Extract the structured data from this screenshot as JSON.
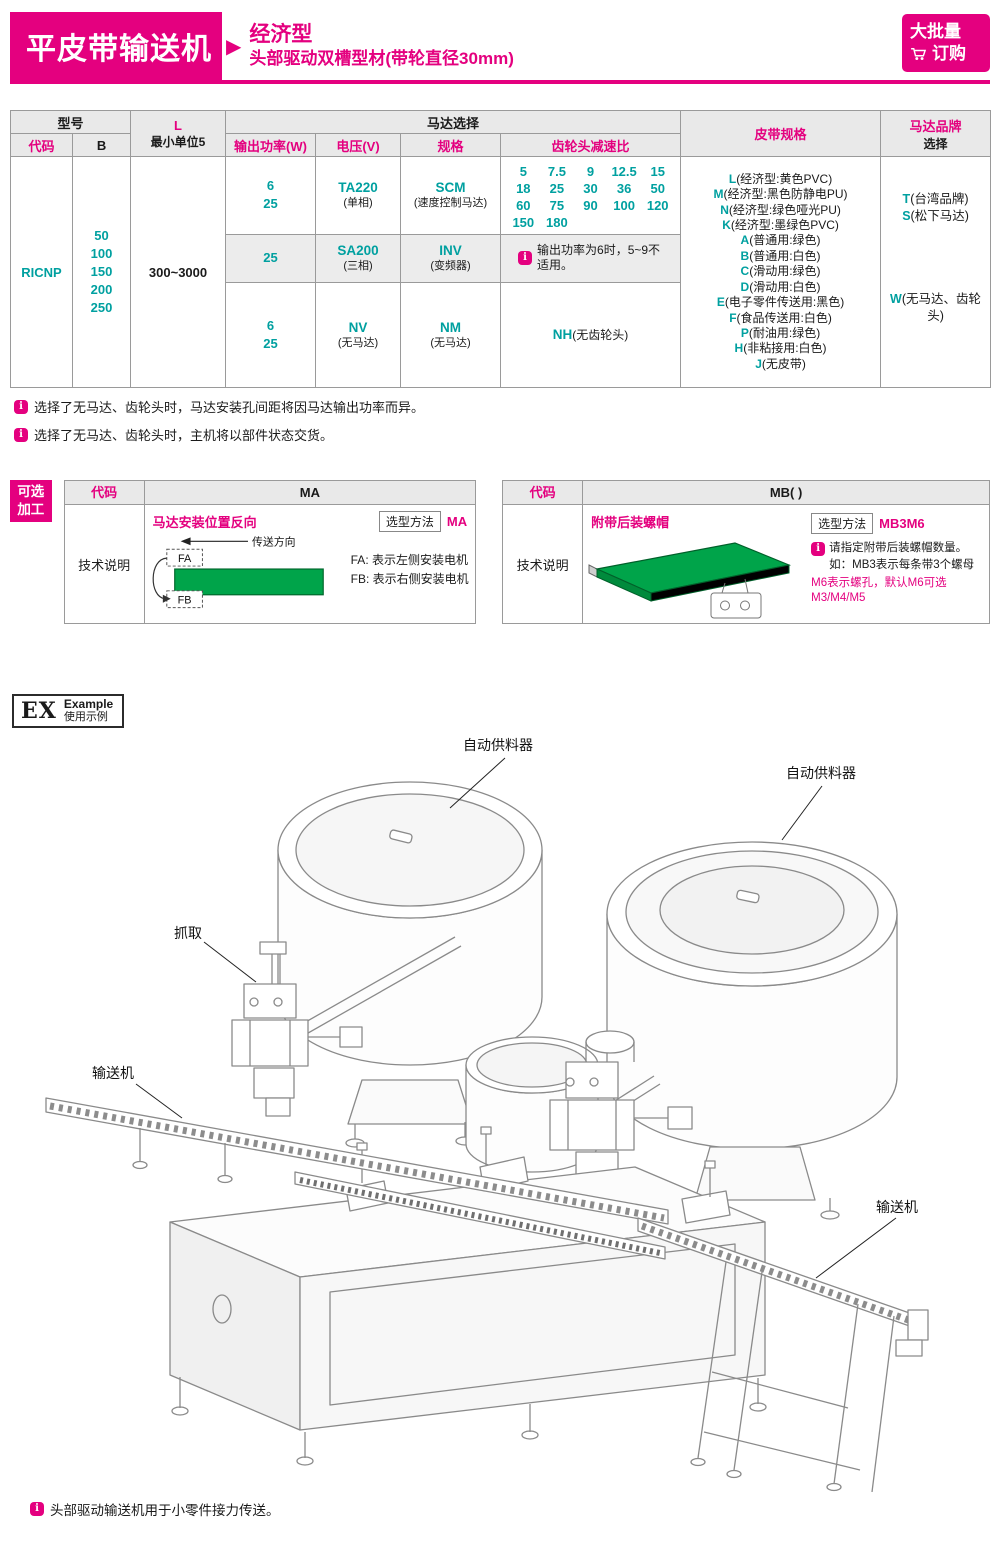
{
  "colors": {
    "magenta": "#E4007F",
    "teal": "#00A0A0",
    "green": "#00A44A",
    "header_gray": "#E9E9E9"
  },
  "icons": {
    "info": "i",
    "arrow_right": "▶"
  },
  "header": {
    "title": "平皮带输送机",
    "type_line1": "经济型",
    "type_line2": "头部驱动双槽型材(带轮直径30mm)",
    "badge": {
      "line1": "大批量",
      "line2": "订购"
    }
  },
  "spec_table": {
    "h_model": "型号",
    "h_code": "代码",
    "h_b": "B",
    "h_l": "L",
    "h_l_sub": "最小单位5",
    "h_motor": "马达选择",
    "h_power": "输出功率(W)",
    "h_voltage": "电压(V)",
    "h_spec": "规格",
    "h_gear": "齿轮头减速比",
    "h_belt": "皮带规格",
    "h_brand": "马达品牌",
    "h_brand_sub": "选择",
    "model_code": "RICNP",
    "b_values": "50\n100\n150\n200\n250",
    "l_value": "300~3000",
    "rows": [
      {
        "power": "6\n25",
        "voltage": "TA220",
        "voltage_sub": "(单相)",
        "spec": "SCM",
        "spec_sub": "(速度控制马达)"
      },
      {
        "power": "25",
        "voltage": "SA200",
        "voltage_sub": "(三相)",
        "spec": "INV",
        "spec_sub": "(变频器)"
      },
      {
        "power": "6\n25",
        "voltage": "NV",
        "voltage_sub": "(无马达)",
        "spec": "NM",
        "spec_sub": "(无马达)"
      }
    ],
    "gear_values": [
      "5",
      "7.5",
      "9",
      "12.5",
      "15",
      "18",
      "25",
      "30",
      "36",
      "50",
      "60",
      "75",
      "90",
      "100",
      "120",
      "150",
      "180"
    ],
    "gear_note": "输出功率为6时，5~9不适用。",
    "gear_nh": "NH",
    "gear_nh_sub": "(无齿轮头)",
    "belt_options": [
      {
        "c": "L",
        "d": "(经济型:黄色PVC)"
      },
      {
        "c": "M",
        "d": "(经济型:黑色防静电PU)"
      },
      {
        "c": "N",
        "d": "(经济型:绿色哑光PU)"
      },
      {
        "c": "K",
        "d": "(经济型:墨绿色PVC)"
      },
      {
        "c": "A",
        "d": "(普通用:绿色)"
      },
      {
        "c": "B",
        "d": "(普通用:白色)"
      },
      {
        "c": "C",
        "d": "(滑动用:绿色)"
      },
      {
        "c": "D",
        "d": "(滑动用:白色)"
      },
      {
        "c": "E",
        "d": "(电子零件传送用:黑色)"
      },
      {
        "c": "F",
        "d": "(食品传送用:白色)"
      },
      {
        "c": "P",
        "d": "(耐油用:绿色)"
      },
      {
        "c": "H",
        "d": "(非粘接用:白色)"
      },
      {
        "c": "J",
        "d": "(无皮带)"
      }
    ],
    "brand_options": [
      {
        "c": "T",
        "d": "(台湾品牌)"
      },
      {
        "c": "S",
        "d": "(松下马达)"
      },
      {
        "c": "W",
        "d": "(无马达、齿轮头)"
      }
    ]
  },
  "notes": [
    "选择了无马达、齿轮头时，马达安装孔间距将因马达输出功率而异。",
    "选择了无马达、齿轮头时，主机将以部件状态交货。"
  ],
  "optional": {
    "badge_line1": "可选",
    "badge_line2": "加工",
    "ma": {
      "code_label": "代码",
      "code_value": "MA",
      "tech_label": "技术说明",
      "title": "马达安装位置反向",
      "direction_label": "传送方向",
      "fa": "FA",
      "fb": "FB",
      "method_label": "选型方法",
      "method_value": "MA",
      "fa_desc": "FA: 表示左侧安装电机",
      "fb_desc": "FB: 表示右侧安装电机"
    },
    "mb": {
      "code_label": "代码",
      "code_value": "MB( )",
      "tech_label": "技术说明",
      "title": "附带后装螺帽",
      "method_label": "选型方法",
      "method_value": "MB3M6",
      "note1": "请指定附带后装螺帽数量。",
      "note2": "如：MB3表示每条带3个螺母",
      "note3": "M6表示螺孔，默认M6可选M3/M4/M5"
    }
  },
  "example": {
    "ex": "EX",
    "en": "Example",
    "cn": "使用示例",
    "label_feeder": "自动供料器",
    "label_grab": "抓取",
    "label_conveyor": "输送机",
    "note": "头部驱动输送机用于小零件接力传送。"
  }
}
